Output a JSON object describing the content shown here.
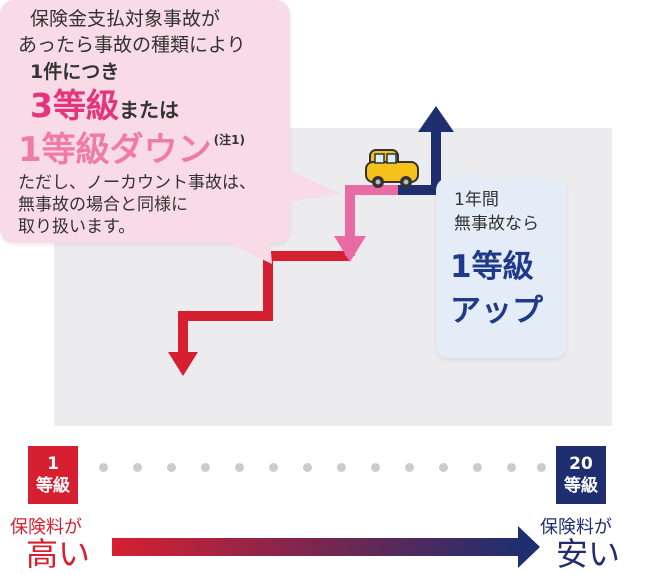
{
  "callout_left": {
    "line1": "保険金支払対象事故が",
    "line2": "あったら事故の種類により",
    "line3": "1件につき",
    "line4_big": "3等級",
    "line4_small": "または",
    "line5_big": "1等級ダウン",
    "line5_note": "(注1)",
    "line6": "ただし、ノーカウント事故は、",
    "line7": "無事故の場合と同様に",
    "line8": "取り扱います。"
  },
  "callout_right": {
    "line1": "1年間",
    "line2": "無事故なら",
    "line3": "1等級",
    "line4": "アップ"
  },
  "scale": {
    "low_grade_num": "1",
    "low_grade_unit": "等級",
    "high_grade_num": "20",
    "high_grade_unit": "等級",
    "low_premium_label": "保険料が",
    "low_premium_value": "高い",
    "high_premium_label": "保険料が",
    "high_premium_value": "安い"
  },
  "colors": {
    "red": "#d61f31",
    "pink": "#ea6ba3",
    "navy": "#1f2e6e",
    "gray": "#ececee"
  },
  "icons": {
    "car": "car-icon"
  }
}
